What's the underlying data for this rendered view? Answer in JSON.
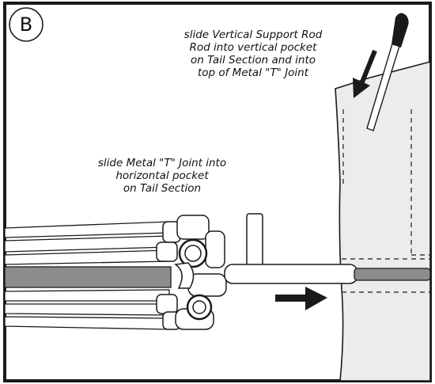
{
  "step": {
    "label": "B"
  },
  "instructions": {
    "top_right": [
      "slide Vertical Support Rod",
      "Rod into vertical pocket",
      "on Tail Section and into",
      "top of Metal \"T\" Joint"
    ],
    "middle_left": [
      "slide Metal \"T\" Joint into",
      "horizontal pocket",
      "on Tail Section"
    ]
  },
  "icons": {
    "down_arrow": "diagonal-down-arrow-icon",
    "right_arrow": "right-arrow-icon"
  },
  "colors": {
    "line": "#1a1a1a",
    "fabric": "#ececec",
    "rod_gray": "#8c8c8c",
    "white": "#ffffff"
  }
}
